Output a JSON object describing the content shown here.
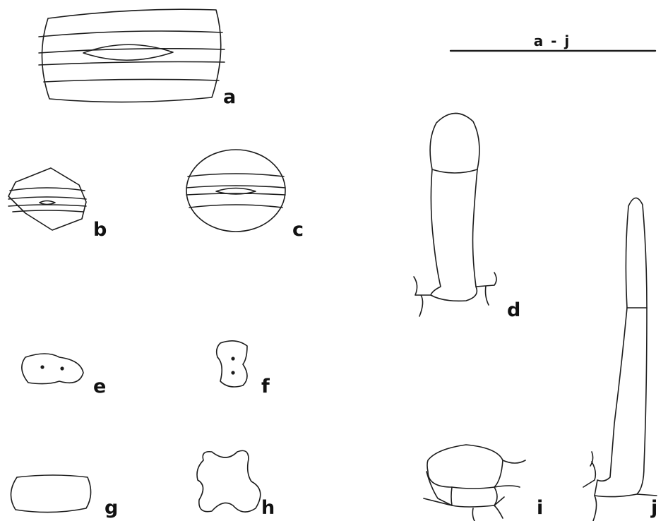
{
  "scale": {
    "label": "a - j"
  },
  "figures": [
    {
      "id": "a",
      "label": "a"
    },
    {
      "id": "b",
      "label": "b"
    },
    {
      "id": "c",
      "label": "c"
    },
    {
      "id": "d",
      "label": "d"
    },
    {
      "id": "e",
      "label": "e"
    },
    {
      "id": "f",
      "label": "f"
    },
    {
      "id": "g",
      "label": "g"
    },
    {
      "id": "h",
      "label": "h"
    },
    {
      "id": "i",
      "label": "i"
    },
    {
      "id": "j",
      "label": "j"
    }
  ]
}
